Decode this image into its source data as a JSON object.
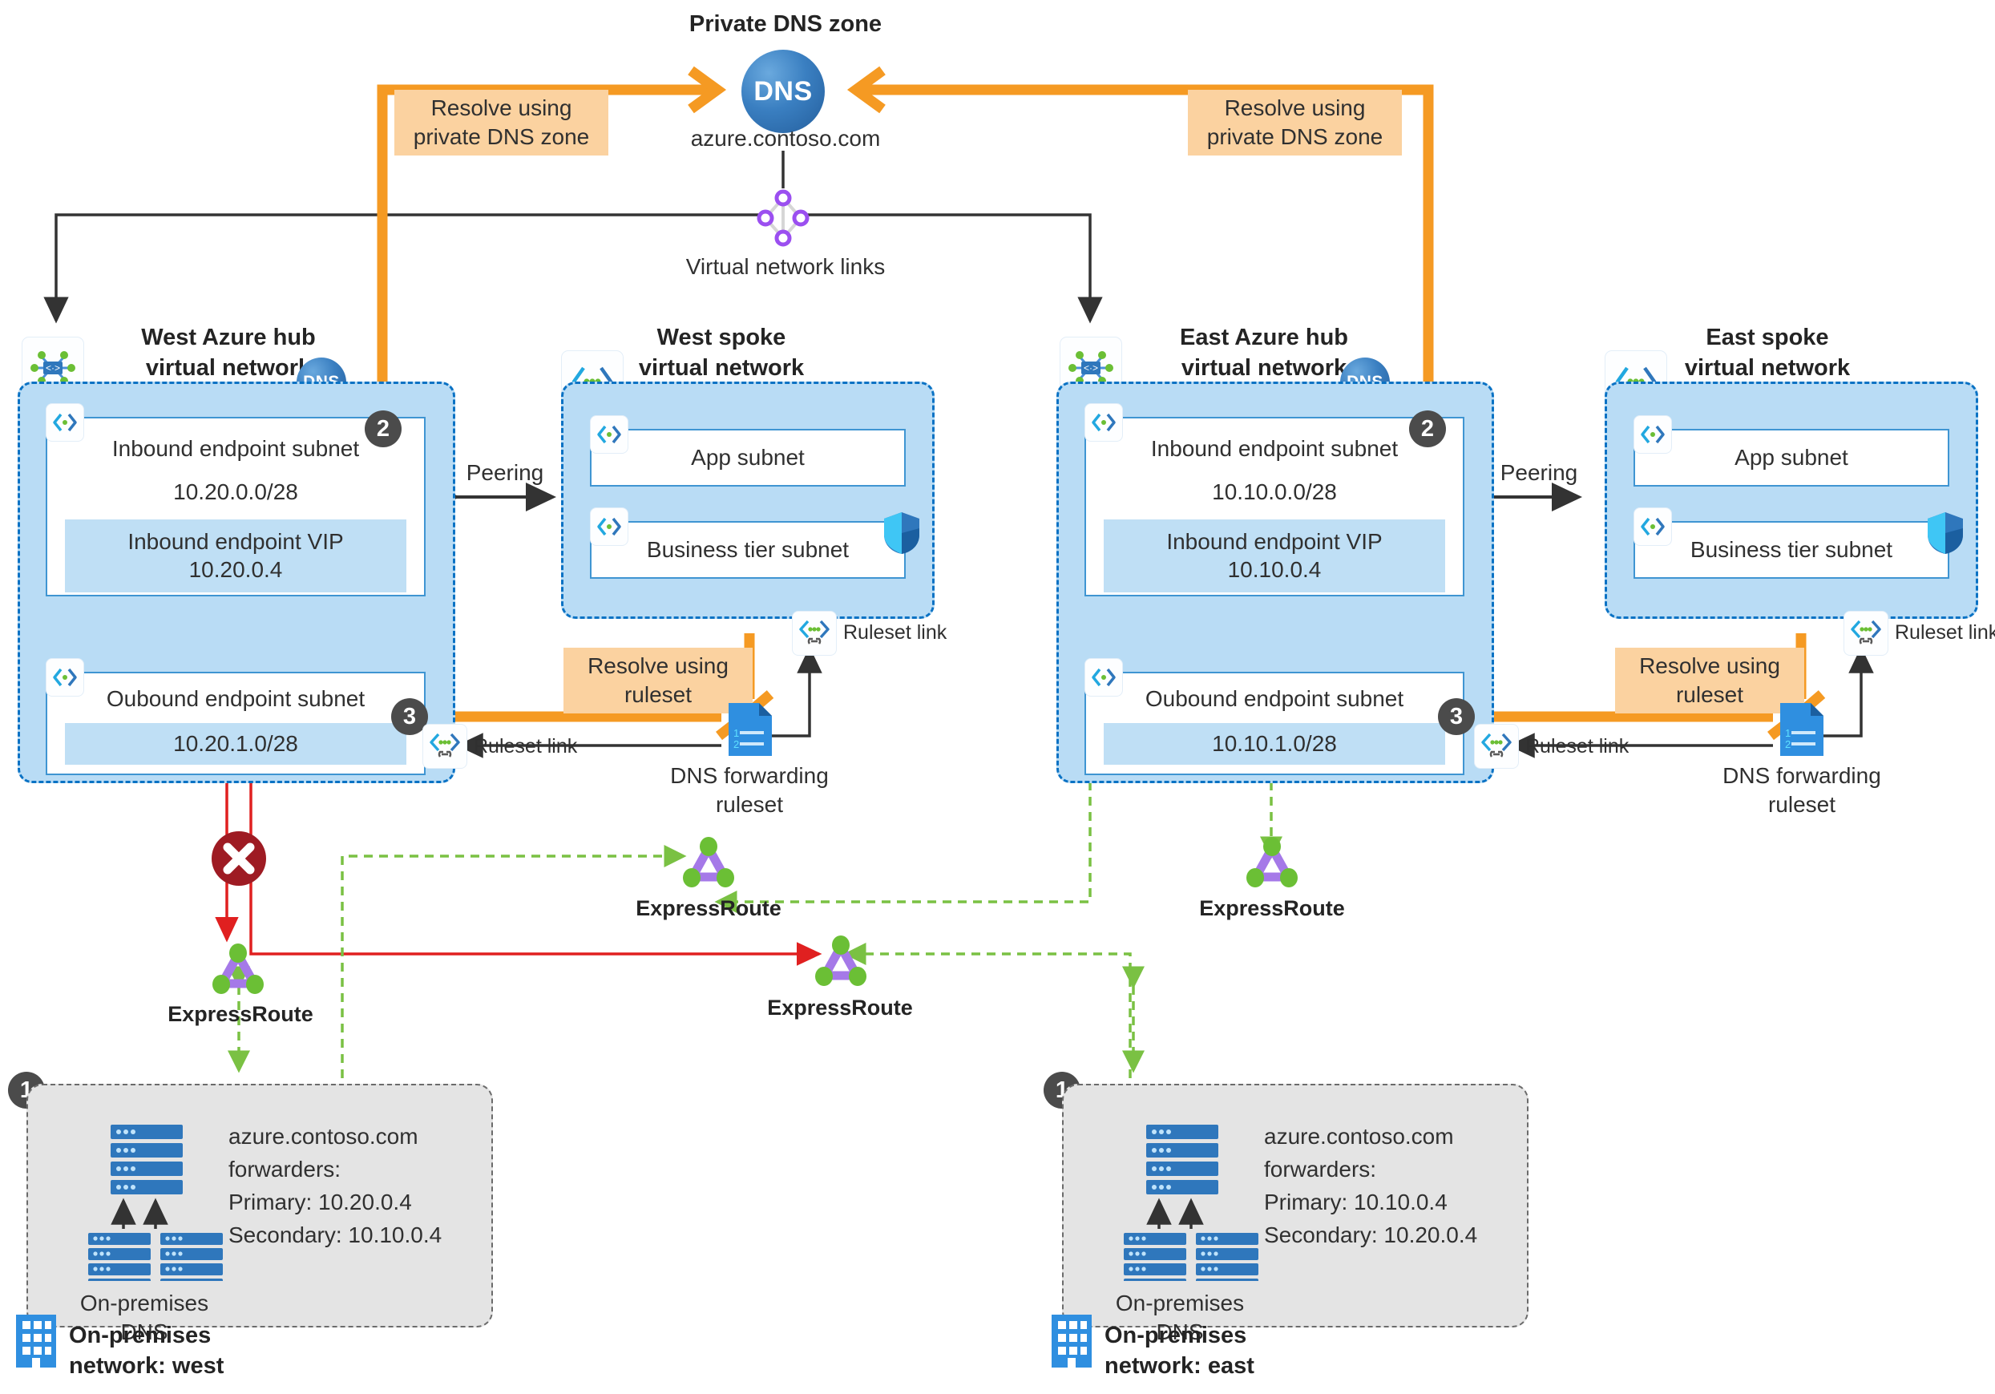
{
  "diagram": {
    "title": "Private DNS zone",
    "zone_name": "azure.contoso.com",
    "vnet_links_label": "Virtual network links",
    "dns_icon_label": "DNS"
  },
  "callouts": {
    "private_dns_west": "Resolve using\nprivate DNS zone",
    "private_dns_east": "Resolve using\nprivate DNS zone",
    "ruleset_west": "Resolve using\nruleset",
    "ruleset_east": "Resolve using\nruleset"
  },
  "steps": {
    "one": "1",
    "two": "2",
    "three": "3"
  },
  "networks": [
    {
      "id": "west-hub",
      "title": "West Azure hub\nvirtual network",
      "kind": "hub",
      "dns_badge": "DNS",
      "subnets": [
        {
          "name": "Inbound endpoint subnet",
          "cidr": "10.20.0.0/28",
          "vip_label": "Inbound endpoint VIP",
          "vip_address": "10.20.0.4"
        },
        {
          "name": "Oubound endpoint subnet",
          "cidr": "10.20.1.0/28"
        }
      ]
    },
    {
      "id": "west-spoke",
      "title": "West spoke\nvirtual network",
      "kind": "spoke",
      "subnets": [
        {
          "name": "App subnet"
        },
        {
          "name": "Business tier subnet",
          "has_shield": true
        }
      ]
    },
    {
      "id": "east-hub",
      "title": "East Azure hub\nvirtual network",
      "kind": "hub",
      "dns_badge": "DNS",
      "subnets": [
        {
          "name": "Inbound endpoint subnet",
          "cidr": "10.10.0.0/28",
          "vip_label": "Inbound endpoint VIP",
          "vip_address": "10.10.0.4"
        },
        {
          "name": "Oubound endpoint subnet",
          "cidr": "10.10.1.0/28"
        }
      ]
    },
    {
      "id": "east-spoke",
      "title": "East spoke\nvirtual network",
      "kind": "spoke",
      "subnets": [
        {
          "name": "App subnet"
        },
        {
          "name": "Business tier subnet",
          "has_shield": true
        }
      ]
    }
  ],
  "peering": {
    "west_label": "Peering",
    "east_label": "Peering"
  },
  "rulesets": [
    {
      "id": "west-ruleset",
      "title": "DNS forwarding\nruleset",
      "link_label_left": "Ruleset link",
      "link_label_right": "Ruleset link"
    },
    {
      "id": "east-ruleset",
      "title": "DNS forwarding\nruleset",
      "link_label_left": "Ruleset link",
      "link_label_right": "Ruleset link"
    }
  ],
  "expressroutes": [
    {
      "id": "er-west-outer",
      "label": "ExpressRoute"
    },
    {
      "id": "er-west-inner",
      "label": "ExpressRoute"
    },
    {
      "id": "er-mid",
      "label": "ExpressRoute"
    },
    {
      "id": "er-east",
      "label": "ExpressRoute"
    }
  ],
  "onprem": [
    {
      "id": "onprem-west",
      "title": "On-premises\nnetwork: west",
      "dns_label": "On-premises\nDNS",
      "zone": "azure.contoso.com",
      "forwarders_label": "forwarders:",
      "primary": "Primary: 10.20.0.4",
      "secondary": "Secondary: 10.10.0.4"
    },
    {
      "id": "onprem-east",
      "title": "On-premises\nnetwork: east",
      "dns_label": "On-premises\nDNS",
      "zone": "azure.contoso.com",
      "forwarders_label": "forwarders:",
      "primary": "Primary: 10.10.0.4",
      "secondary": "Secondary: 10.20.0.4"
    }
  ],
  "icons": {
    "vnet": "vnet-icon",
    "subnet": "subnet-icon",
    "shield": "shield-icon",
    "ruleset_link": "ruleset-link-icon",
    "ruleset_doc": "ruleset-document-icon",
    "expressroute": "expressroute-icon",
    "server": "server-icon",
    "building": "building-icon",
    "blocked": "blocked-x-icon",
    "vnet_links": "virtual-network-links-icon",
    "dns_globe": "dns-globe-icon"
  },
  "colors": {
    "orange": "#f59a23",
    "callout_bg": "#fbd2a0",
    "vnet_border": "#0a72c4",
    "vnet_fill": "#b9dcf5",
    "subnet_border": "#3f95d2",
    "ip_fill": "#bfdff5",
    "green": "#7ac143",
    "red": "#d93025",
    "blocked": "#9e1b23",
    "purple": "#a579e8",
    "grey_box": "#e4e4e4",
    "step_badge": "#4b4b4b",
    "azure_blue": "#3a7fc1"
  }
}
